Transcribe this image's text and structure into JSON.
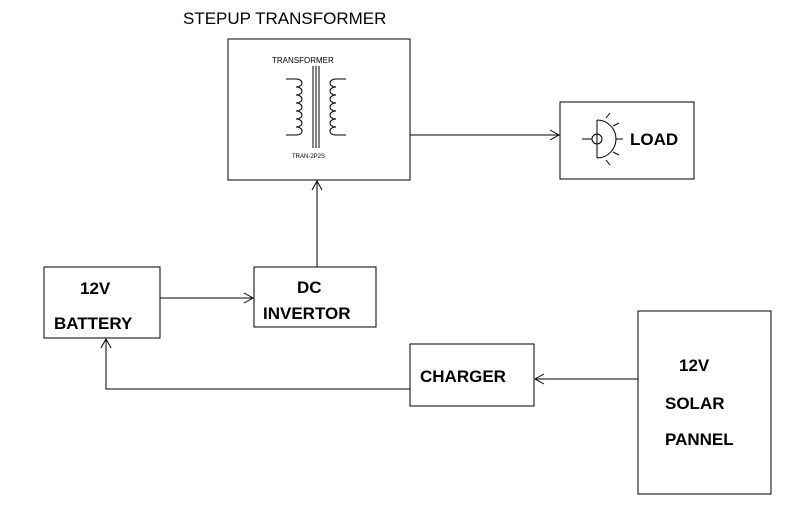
{
  "diagram": {
    "title": "STEPUP TRANSFORMER",
    "transformer": {
      "label": "TRANSFORMER",
      "part": "TRAN-2P2S"
    },
    "load": {
      "label": "LOAD"
    },
    "battery": {
      "line1": "12V",
      "line2": "BATTERY"
    },
    "invertor": {
      "line1": "DC",
      "line2": "INVERTOR"
    },
    "charger": {
      "label": "CHARGER"
    },
    "solar": {
      "line1": "12V",
      "line2": "SOLAR",
      "line3": "PANNEL"
    }
  }
}
